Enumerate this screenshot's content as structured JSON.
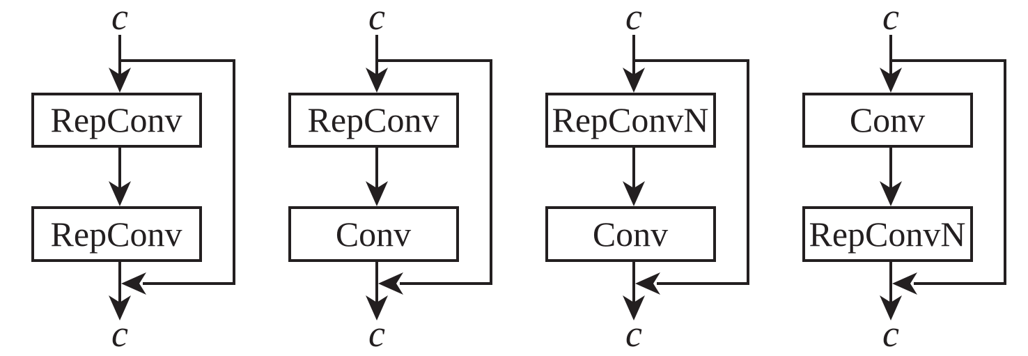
{
  "figure": {
    "background_color": "#ffffff",
    "ink_color": "#231f20"
  },
  "diagrams": [
    {
      "input_label": "c",
      "blocks": [
        "RepConv",
        "RepConv"
      ],
      "output_label": "c"
    },
    {
      "input_label": "c",
      "blocks": [
        "RepConv",
        "Conv"
      ],
      "output_label": "c"
    },
    {
      "input_label": "c",
      "blocks": [
        "RepConvN",
        "Conv"
      ],
      "output_label": "c"
    },
    {
      "input_label": "c",
      "blocks": [
        "Conv",
        "RepConvN"
      ],
      "output_label": "c"
    }
  ]
}
